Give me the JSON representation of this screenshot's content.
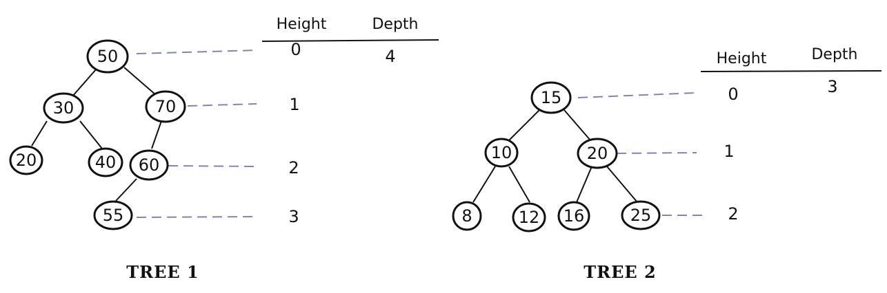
{
  "colors": {
    "ink": "#111111",
    "dash": "#7f86ad",
    "background": "#ffffff"
  },
  "headers": {
    "height": "Height",
    "depth": "Depth"
  },
  "trees": [
    {
      "caption": "TREE 1",
      "depth_value": "4",
      "levels": [
        "0",
        "1",
        "2",
        "3"
      ],
      "nodes": [
        {
          "id": "n50",
          "label": "50"
        },
        {
          "id": "n30",
          "label": "30"
        },
        {
          "id": "n70",
          "label": "70"
        },
        {
          "id": "n20",
          "label": "20"
        },
        {
          "id": "n40",
          "label": "40"
        },
        {
          "id": "n60",
          "label": "60"
        },
        {
          "id": "n55",
          "label": "55"
        }
      ],
      "edges": [
        [
          "n50",
          "n30"
        ],
        [
          "n50",
          "n70"
        ],
        [
          "n30",
          "n20"
        ],
        [
          "n30",
          "n40"
        ],
        [
          "n70",
          "n60"
        ],
        [
          "n60",
          "n55"
        ]
      ]
    },
    {
      "caption": "TREE 2",
      "depth_value": "3",
      "levels": [
        "0",
        "1",
        "2"
      ],
      "nodes": [
        {
          "id": "m15",
          "label": "15"
        },
        {
          "id": "m10",
          "label": "10"
        },
        {
          "id": "m20",
          "label": "20"
        },
        {
          "id": "m8",
          "label": "8"
        },
        {
          "id": "m12",
          "label": "12"
        },
        {
          "id": "m16",
          "label": "16"
        },
        {
          "id": "m25",
          "label": "25"
        }
      ],
      "edges": [
        [
          "m15",
          "m10"
        ],
        [
          "m15",
          "m20"
        ],
        [
          "m10",
          "m8"
        ],
        [
          "m10",
          "m12"
        ],
        [
          "m20",
          "m16"
        ],
        [
          "m20",
          "m25"
        ]
      ]
    }
  ]
}
